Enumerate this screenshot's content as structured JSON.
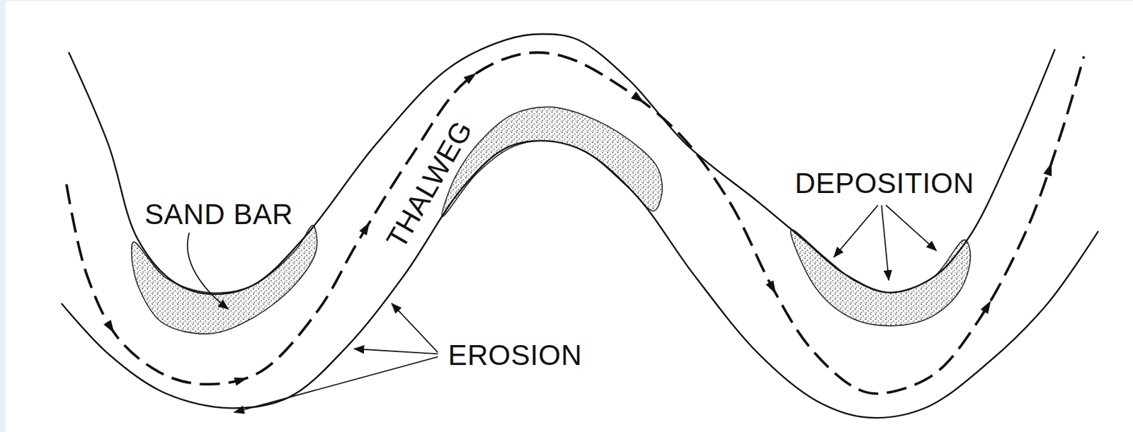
{
  "diagram": {
    "labels": [
      "SAND BAR",
      "THALWEG",
      "EROSION",
      "DEPOSITION"
    ]
  }
}
